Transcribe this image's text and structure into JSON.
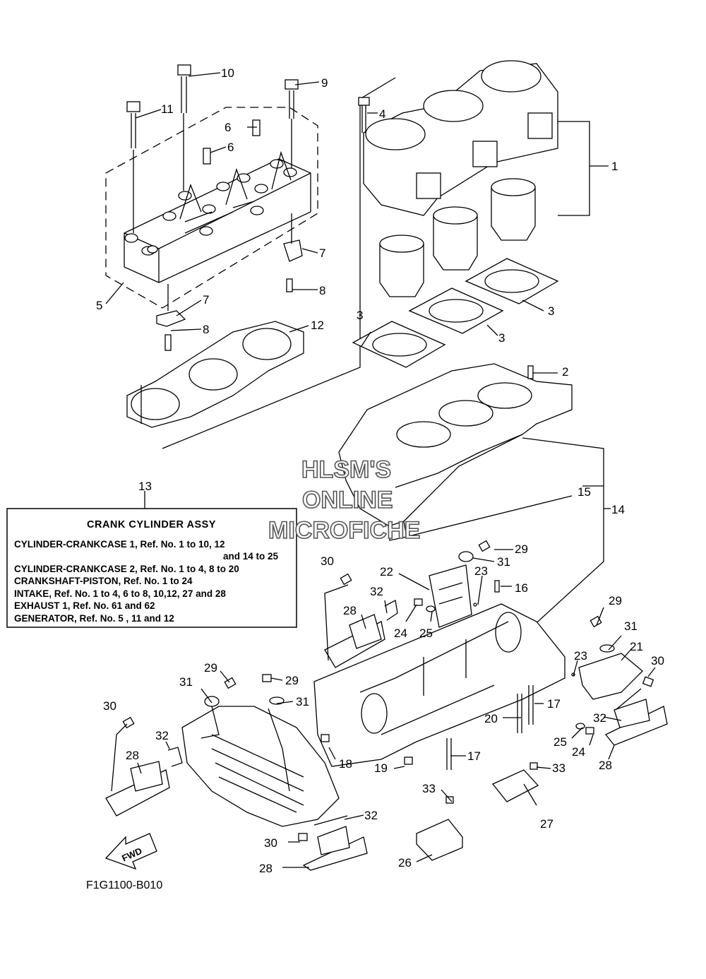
{
  "diagram": {
    "figure_code": "F1G1100-B010",
    "fwd_label": "FWD",
    "watermark": [
      "HLSM'S",
      "ONLINE",
      "MICROFICHE"
    ],
    "assembly_box": {
      "ref_number": "13",
      "title": "CRANK  CYLINDER ASSY",
      "lines": [
        "CYLINDER-CRANKCASE 1, Ref. No. 1 to 10, 12",
        "and 14 to 25",
        "CYLINDER-CRANKCASE 2, Ref. No. 1 to 4, 8 to 20",
        "CRANKSHAFT-PISTON,    Ref. No. 1 to 24",
        "INTAKE,  Ref. No. 1 to 4, 6 to 8, 10,12, 27 and 28",
        "EXHAUST 1,      Ref. No. 61 and 62",
        "GENERATOR,      Ref. No. 5 , 11 and 12"
      ]
    },
    "callouts": {
      "c1": "1",
      "c2": "2",
      "c3a": "3",
      "c3b": "3",
      "c3c": "3",
      "c4": "4",
      "c5": "5",
      "c6a": "6",
      "c6b": "6",
      "c7a": "7",
      "c7b": "7",
      "c8a": "8",
      "c8b": "8",
      "c9": "9",
      "c10": "10",
      "c11": "11",
      "c12": "12",
      "c14": "14",
      "c15": "15",
      "c16": "16",
      "c17a": "17",
      "c17b": "17",
      "c18": "18",
      "c19": "19",
      "c20": "20",
      "c21": "21",
      "c22": "22",
      "c23a": "23",
      "c23b": "23",
      "c24a": "24",
      "c24b": "24",
      "c25a": "25",
      "c25b": "25",
      "c26": "26",
      "c27": "27",
      "c28a": "28",
      "c28b": "28",
      "c28c": "28",
      "c28d": "28",
      "c29a": "29",
      "c29b": "29",
      "c29c": "29",
      "c29d": "29",
      "c30a": "30",
      "c30b": "30",
      "c30c": "30",
      "c30d": "30",
      "c31a": "31",
      "c31b": "31",
      "c31c": "31",
      "c31d": "31",
      "c32a": "32",
      "c32b": "32",
      "c32c": "32",
      "c32d": "32",
      "c33a": "33",
      "c33b": "33"
    }
  }
}
